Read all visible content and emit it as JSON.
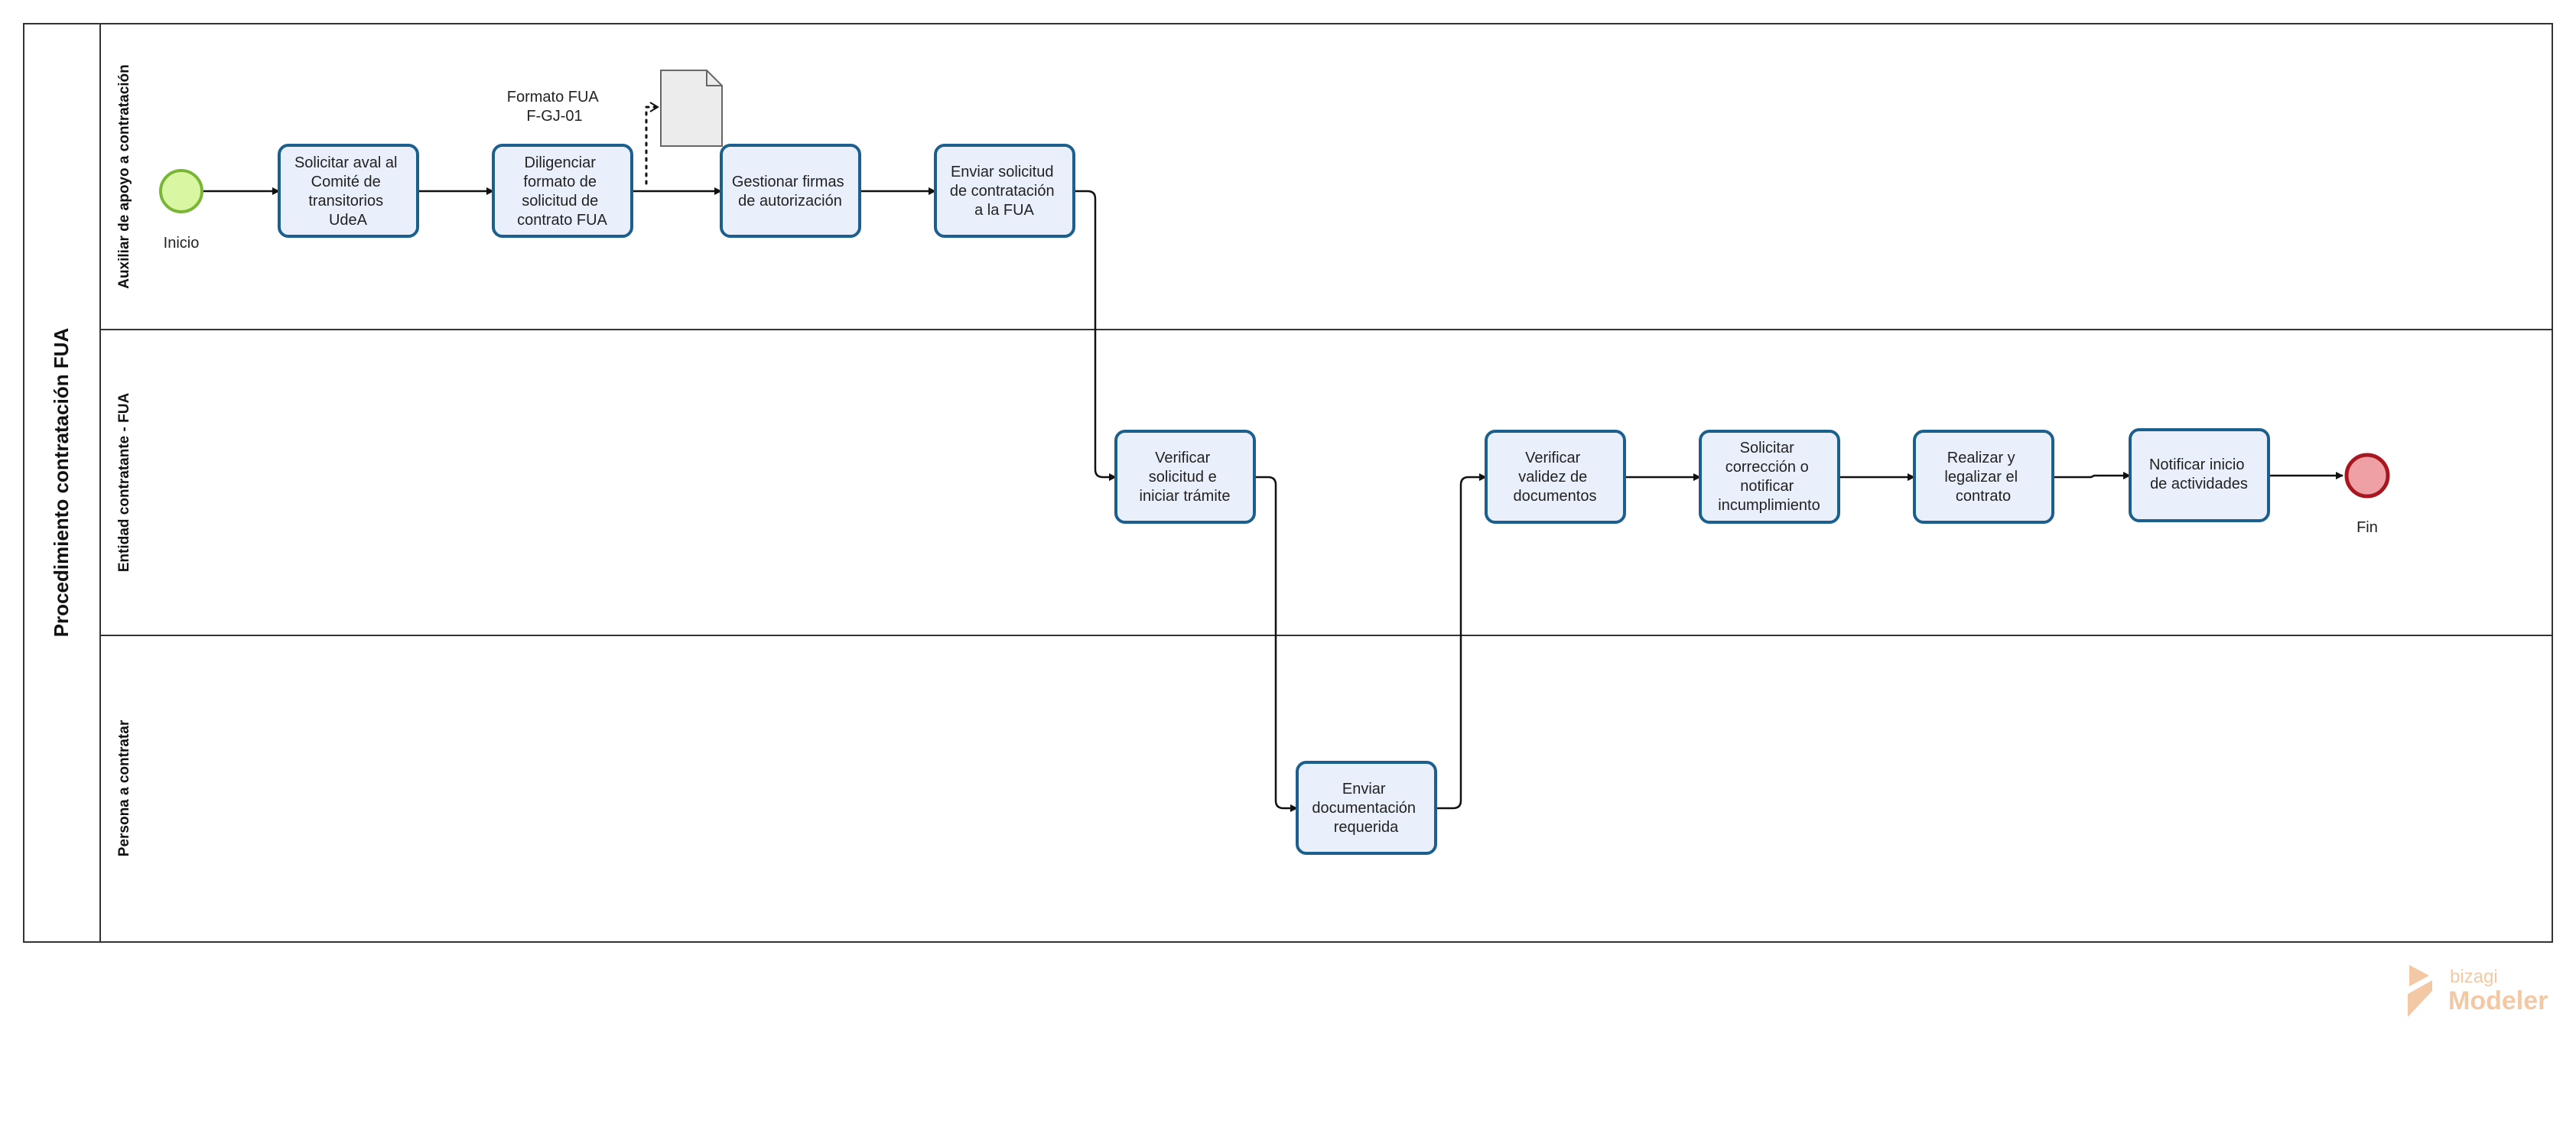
{
  "diagram": {
    "pool": {
      "title": "Procedimiento contratación FUA"
    },
    "lanes": [
      {
        "id": "aux",
        "title": "Auxiliar de apoyo a contratación"
      },
      {
        "id": "ent",
        "title": "Entidad contratante - FUA"
      },
      {
        "id": "per",
        "title": "Persona a contratar"
      }
    ],
    "events": {
      "start": {
        "label": "Inicio",
        "fill": "#d9f7a2",
        "stroke": "#7ab536"
      },
      "end": {
        "label": "Fin",
        "fill": "#eea0a4",
        "stroke": "#a8161f"
      }
    },
    "tasks": {
      "t1": {
        "lines": [
          "Solicitar aval al",
          "Comité de",
          "transitorios",
          "UdeA"
        ]
      },
      "t2": {
        "lines": [
          "Diligenciar",
          "formato de",
          "solicitud de",
          "contrato FUA"
        ]
      },
      "t3": {
        "lines": [
          "Gestionar firmas",
          "de autorización"
        ]
      },
      "t4": {
        "lines": [
          "Enviar solicitud",
          "de contratación",
          "a la FUA"
        ]
      },
      "t5": {
        "lines": [
          "Verificar",
          "solicitud e",
          "iniciar trámite"
        ]
      },
      "t6": {
        "lines": [
          "Enviar",
          "documentación",
          "requerida"
        ]
      },
      "t7": {
        "lines": [
          "Verificar",
          "validez de",
          "documentos"
        ]
      },
      "t8": {
        "lines": [
          "Solicitar",
          "corrección o",
          "notificar",
          "incumplimiento"
        ]
      },
      "t9": {
        "lines": [
          "Realizar y",
          "legalizar el",
          "contrato"
        ]
      },
      "t10": {
        "lines": [
          "Notificar inicio",
          "de actividades"
        ]
      }
    },
    "artifact": {
      "lines": [
        "Formato FUA",
        "F-GJ-01"
      ],
      "icon": "document-icon"
    },
    "colors": {
      "task_fill": "#eaf0fb",
      "task_stroke": "#1b5f8f",
      "logo": "#f2c9a4"
    }
  },
  "watermark": {
    "brand": "bizagi",
    "product": "Modeler"
  }
}
